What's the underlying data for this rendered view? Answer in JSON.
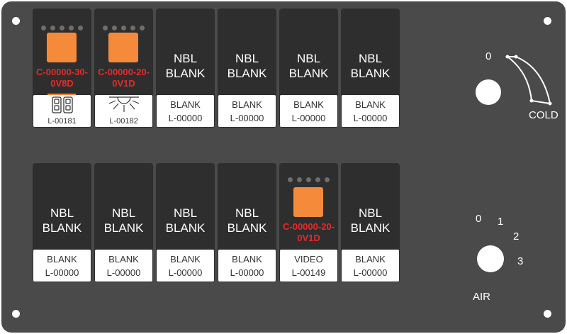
{
  "panel": {
    "row1": [
      {
        "type": "led",
        "code": [
          "C-00000-30-",
          "0V8D"
        ],
        "label1": "",
        "label2": "L-00181",
        "icon": "door-lock-icon",
        "bar": true
      },
      {
        "type": "led",
        "code": [
          "C-00000-20-",
          "0V1D"
        ],
        "label1": "",
        "label2": "L-00182",
        "icon": "light-icon",
        "bar": false
      },
      {
        "type": "blank",
        "nbl": [
          "NBL",
          "BLANK"
        ],
        "label1": "BLANK",
        "label2": "L-00000"
      },
      {
        "type": "blank",
        "nbl": [
          "NBL",
          "BLANK"
        ],
        "label1": "BLANK",
        "label2": "L-00000"
      },
      {
        "type": "blank",
        "nbl": [
          "NBL",
          "BLANK"
        ],
        "label1": "BLANK",
        "label2": "L-00000"
      },
      {
        "type": "blank",
        "nbl": [
          "NBL",
          "BLANK"
        ],
        "label1": "BLANK",
        "label2": "L-00000"
      }
    ],
    "row2": [
      {
        "type": "blank",
        "nbl": [
          "NBL",
          "BLANK"
        ],
        "label1": "BLANK",
        "label2": "L-00000"
      },
      {
        "type": "blank",
        "nbl": [
          "NBL",
          "BLANK"
        ],
        "label1": "BLANK",
        "label2": "L-00000"
      },
      {
        "type": "blank",
        "nbl": [
          "NBL",
          "BLANK"
        ],
        "label1": "BLANK",
        "label2": "L-00000"
      },
      {
        "type": "blank",
        "nbl": [
          "NBL",
          "BLANK"
        ],
        "label1": "BLANK",
        "label2": "L-00000"
      },
      {
        "type": "led",
        "code": [
          "C-00000-20-",
          "0V1D"
        ],
        "label1": "VIDEO",
        "label2": "L-00149",
        "icon": "",
        "bar": false
      },
      {
        "type": "blank",
        "nbl": [
          "NBL",
          "BLANK"
        ],
        "label1": "BLANK",
        "label2": "L-00000"
      }
    ]
  },
  "temp_knob": {
    "zero": "0",
    "label": "COLD"
  },
  "air_knob": {
    "ticks": [
      "0",
      "1",
      "2",
      "3"
    ],
    "label": "AIR"
  },
  "colors": {
    "panel": "#4a4a4a",
    "switch": "#2e2e2e",
    "led": "#f58a3a",
    "code_text": "#e42b2b"
  }
}
